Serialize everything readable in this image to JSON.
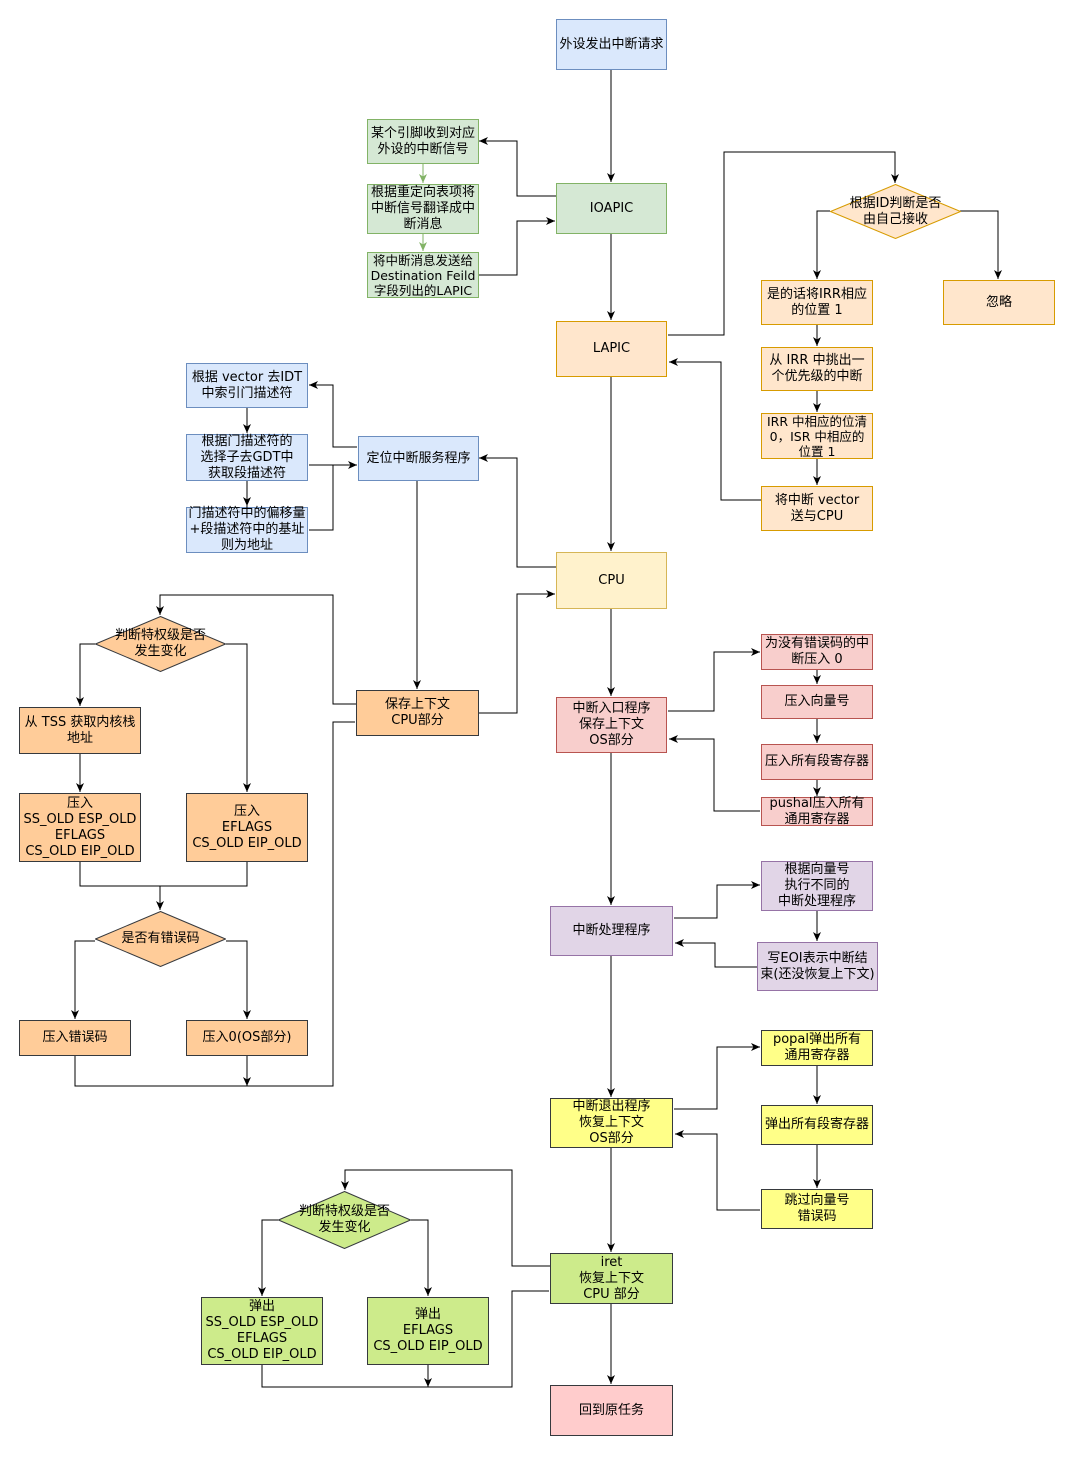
{
  "nodes": {
    "request": "外设发出中断请求",
    "ioapic": "IOAPIC",
    "pin_receive": "某个引脚收到对应\n外设的中断信号",
    "redirect_translate": "根据重定向表项将\n中断信号翻译成中\n断消息",
    "send_lapic": "将中断消息发送给\nDestination Feild\n字段列出的LAPIC",
    "lapic": "LAPIC",
    "check_id": "根据ID判断是否\n由自己接收",
    "set_irr": "是的话将IRR相应\n的位置 1",
    "ignore": "忽略",
    "pick_irr": "从 IRR 中挑出一\n个优先级的中断",
    "clear_irr": "IRR 中相应的位清\n0，ISR 中相应的\n位置 1",
    "send_vector": "将中断 vector\n送与CPU",
    "idt_lookup": "根据 vector 去IDT\n中索引门描述符",
    "locate_isr": "定位中断服务程序",
    "gdt_lookup": "根据门描述符的\n选择子去GDT中\n获取段描述符",
    "address_calc": "门描述符中的偏移量\n+段描述符中的基址\n则为地址",
    "cpu": "CPU",
    "priv_change_1": "判断特权级是否\n发生变化",
    "tss_stack": "从 TSS 获取内核栈\n地址",
    "save_cpu_ctx": "保存上下文\nCPU部分",
    "push_ss": "压入\nSS_OLD ESP_OLD\nEFLAGS\nCS_OLD EIP_OLD",
    "push_eflags": "压入\nEFLAGS\nCS_OLD EIP_OLD",
    "has_error_code": "是否有错误码",
    "push_err": "压入错误码",
    "push_zero": "压入0(OS部分)",
    "entry": "中断入口程序\n保存上下文\nOS部分",
    "push_zero_noerr": "为没有错误码的中\n断压入 0",
    "push_vec": "压入向量号",
    "push_segs": "压入所有段寄存器",
    "pushal": "pushal压入所有\n通用寄存器",
    "handler": "中断处理程序",
    "dispatch": "根据向量号\n执行不同的\n中断处理程序",
    "eoi": "写EOI表示中断结\n束(还没恢复上下文)",
    "exit": "中断退出程序\n恢复上下文\nOS部分",
    "popal": "popal弹出所有\n通用寄存器",
    "pop_segs": "弹出所有段寄存器",
    "skip_vec": "跳过向量号\n错误码",
    "iret": "iret\n恢复上下文\nCPU 部分",
    "priv_change_2": "判断特权级是否\n发生变化",
    "pop_ss": "弹出\nSS_OLD ESP_OLD\nEFLAGS\nCS_OLD EIP_OLD",
    "pop_eflags": "弹出\nEFLAGS\nCS_OLD EIP_OLD",
    "return": "回到原任务"
  },
  "colors": {
    "line": "#000000",
    "green_arrow": "#82b366",
    "blue": "#dae8fc",
    "green": "#d5e8d4",
    "orange": "#ffe6cc",
    "peach": "#ffcc99",
    "cream": "#fff2cc",
    "pink": "#f8cecc",
    "purple": "#e1d5e7",
    "yellow": "#ffff88",
    "lime": "#cdeb8b",
    "rose": "#ffcccc"
  }
}
